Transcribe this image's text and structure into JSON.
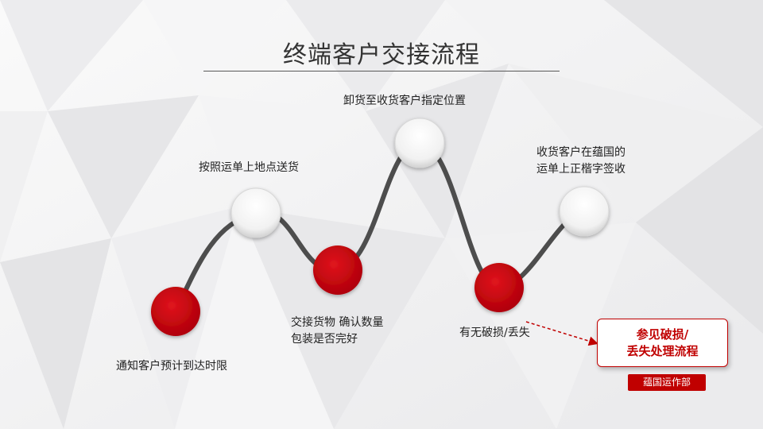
{
  "title": "终端客户交接流程",
  "steps": [
    {
      "lines": [
        "通知客户预计到达时限"
      ],
      "node": "red"
    },
    {
      "lines": [
        "按照运单上地点送货"
      ],
      "node": "white"
    },
    {
      "lines": [
        "交接货物 确认数量",
        "包装是否完好"
      ],
      "node": "red"
    },
    {
      "lines": [
        "卸货至收货客户指定位置"
      ],
      "node": "white"
    },
    {
      "lines": [
        "有无破损/丢失"
      ],
      "node": "red"
    },
    {
      "lines": [
        "收货客户在蕴国的",
        "运单上正楷字签收"
      ],
      "node": "white"
    }
  ],
  "reference": {
    "line1": "参见破损/",
    "line2": "丢失处理流程"
  },
  "department": "蕴国运作部",
  "colors": {
    "accent": "#c00000",
    "connector": "#4d4d4d",
    "node_light": "#ffffff"
  }
}
